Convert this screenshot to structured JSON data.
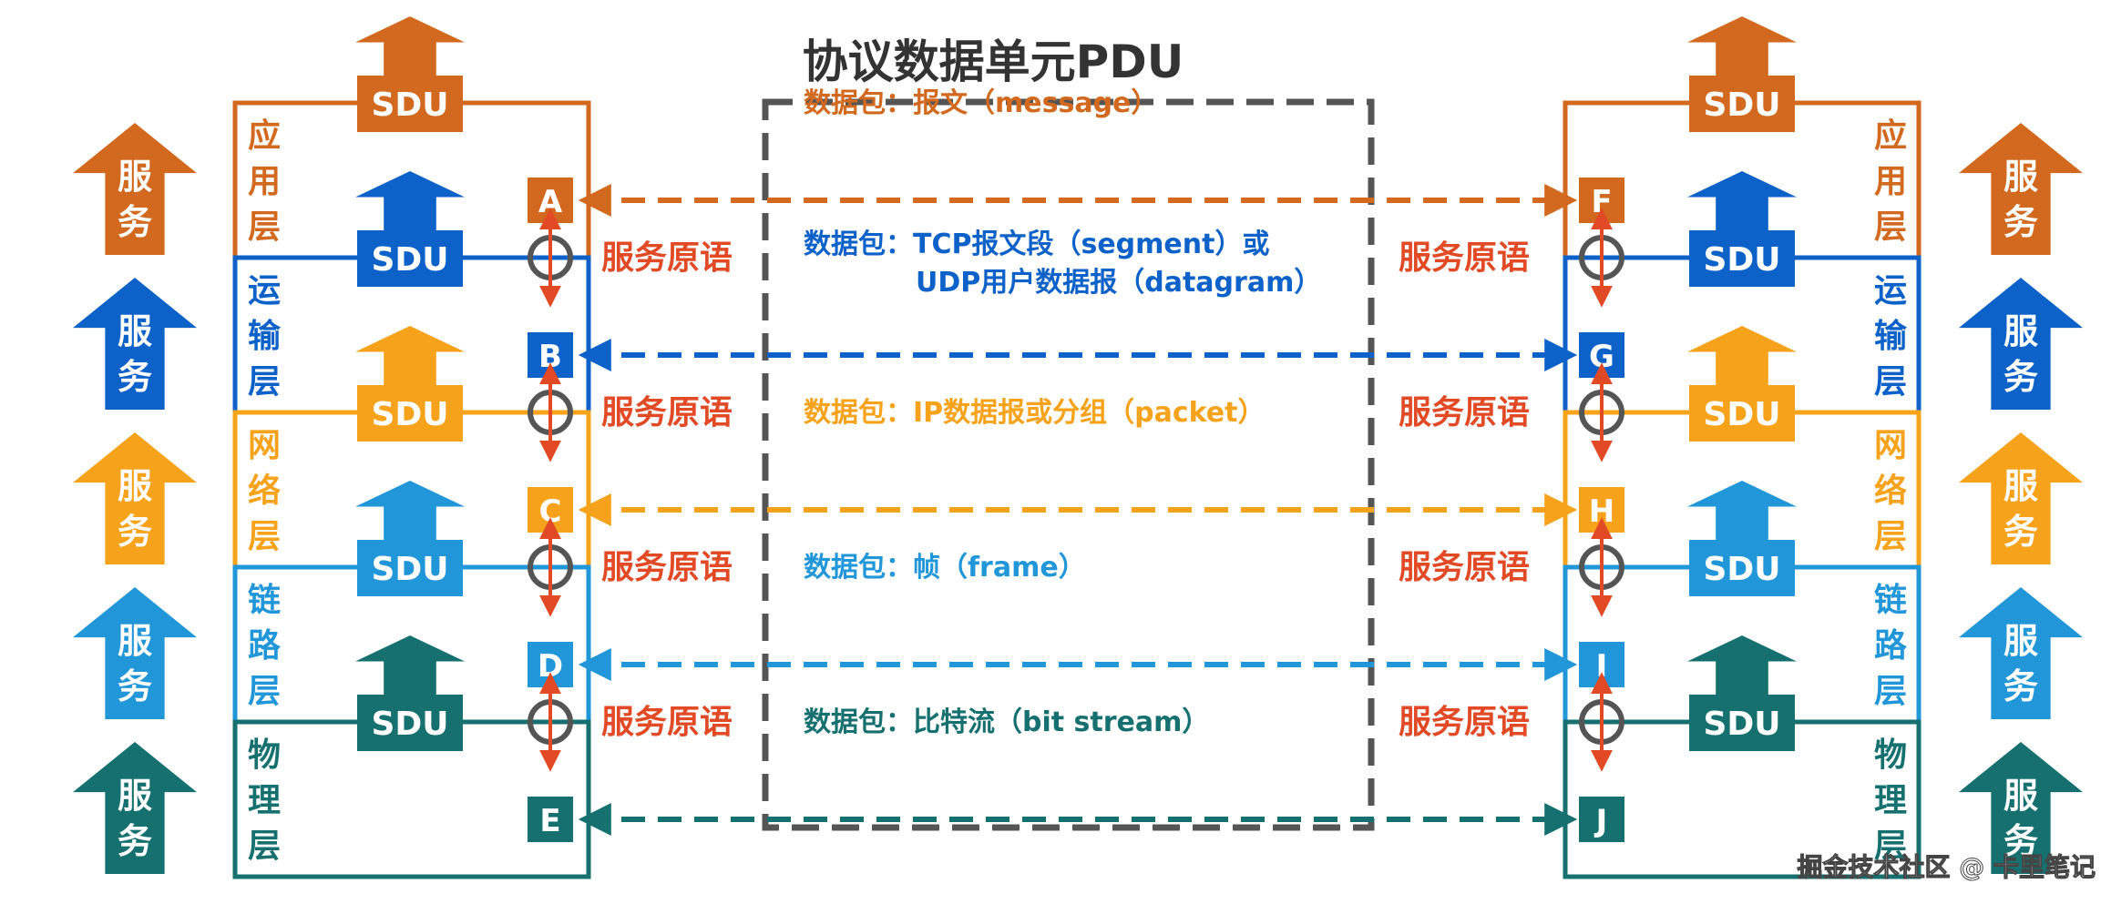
{
  "title": "协议数据单元PDU",
  "sdu_label": "SDU",
  "service_label": [
    "服",
    "务"
  ],
  "primitive_label": "服务原语",
  "watermark": "掘金技术社区 @ 卡里笔记",
  "colors": {
    "application": "#d2691e",
    "transport": "#0d62c9",
    "network": "#f6a21b",
    "link": "#2196d8",
    "physical": "#167070",
    "primitive": "#e24a25",
    "box_border": "#555555",
    "ring": "#555555"
  },
  "layers": [
    {
      "key": "application",
      "name": [
        "应",
        "用",
        "层"
      ],
      "left_node": "A",
      "right_node": "F",
      "pdu": [
        "数据包：报文（message）"
      ]
    },
    {
      "key": "transport",
      "name": [
        "运",
        "输",
        "层"
      ],
      "left_node": "B",
      "right_node": "G",
      "pdu": [
        "数据包：TCP报文段（segment）或",
        "UDP用户数据报（datagram）"
      ]
    },
    {
      "key": "network",
      "name": [
        "网",
        "络",
        "层"
      ],
      "left_node": "C",
      "right_node": "H",
      "pdu": [
        "数据包：IP数据报或分组（packet）"
      ]
    },
    {
      "key": "link",
      "name": [
        "链",
        "路",
        "层"
      ],
      "left_node": "D",
      "right_node": "I",
      "pdu": [
        "数据包：帧（frame）"
      ]
    },
    {
      "key": "physical",
      "name": [
        "物",
        "理",
        "层"
      ],
      "left_node": "E",
      "right_node": "J",
      "pdu": [
        "数据包：比特流（bit stream）"
      ]
    }
  ]
}
